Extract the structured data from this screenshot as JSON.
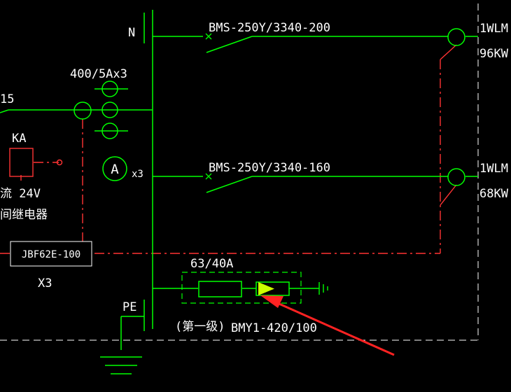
{
  "colors": {
    "background": "#000000",
    "bus_line": "#00ff00",
    "control_line": "#ff3333",
    "frame_line": "#ffffff",
    "text": "#ffffff",
    "highlight": "#ccff00",
    "arrow": "#ff2222"
  },
  "labels": {
    "n_bus": "N",
    "pe_bus": "PE",
    "incoming_15": "15",
    "ct_spec": "400/5Ax3",
    "ammeter_symbol": "A",
    "ammeter_count": "x3",
    "relay_name": "KA",
    "relay_voltage": "流 24V",
    "relay_type": "间继电器",
    "jbf_box": "JBF62E-100",
    "jbf_count": "X3",
    "breaker1": "BMS-250Y/3340-200",
    "breaker2": "BMS-250Y/3340-160",
    "out1_name": "1WLM",
    "out1_power": "96KW",
    "out2_name": "1WLM",
    "out2_power": "68KW",
    "spd_rating": "63/40A",
    "spd_stage": "(第一级)",
    "spd_model": "BMY1-420/100"
  },
  "icons": {
    "spd_triangle": "play-triangle-icon",
    "pointer": "arrow-icon"
  }
}
